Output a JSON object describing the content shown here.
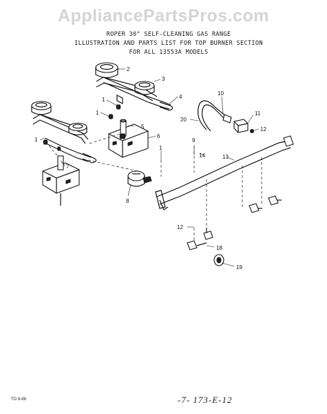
{
  "watermark": "AppliancePartsPros.com",
  "title": {
    "line1": "ROPER 30\" SELF-CLEANING GAS RANGE",
    "line2": "ILLUSTRATION AND PARTS LIST FOR TOP BURNER SECTION",
    "line3": "FOR ALL 13553A MODELS"
  },
  "callouts": {
    "c2": "2",
    "c3": "3",
    "c4": "4",
    "c10": "10",
    "c11": "11",
    "c12a": "12",
    "c1a": "1",
    "c1b": "1",
    "c5": "5",
    "c6": "6",
    "c20": "20",
    "c1c": "1",
    "c7": "7",
    "c9": "9",
    "c14": "14",
    "c13": "13",
    "c1d": "1",
    "c8": "8",
    "c12b": "12",
    "c18": "18",
    "c19": "19"
  },
  "footer": {
    "code": "TO 8-86",
    "page": "-7-   173-E-12"
  }
}
